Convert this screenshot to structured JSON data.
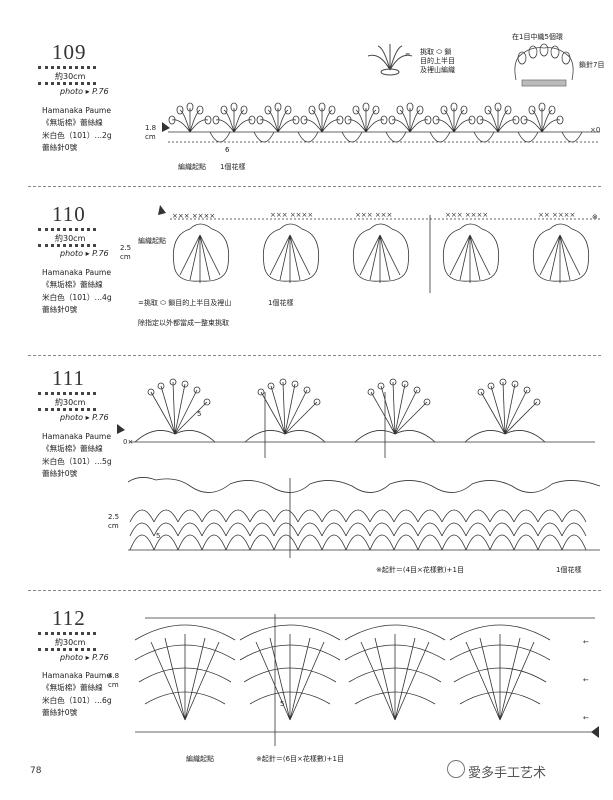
{
  "patterns": [
    {
      "num": "109",
      "length": "約30cm",
      "photo": "photo ▸ P.76",
      "brand": "Hamanaka Paume",
      "yarn": "《無垢棉》蕾絲線",
      "color": "米白色（101）…2g",
      "hook": "蕾絲針0號",
      "height": "1.8\ncm",
      "start": "編織起點",
      "repeat": "1個花樣",
      "num6": "6"
    },
    {
      "num": "110",
      "length": "約30cm",
      "photo": "photo ▸ P.76",
      "brand": "Hamanaka Paume",
      "yarn": "《無垢棉》蕾絲線",
      "color": "米白色（101）…4g",
      "hook": "蕾絲針0號",
      "height": "2.5\ncm",
      "start": "編織起點",
      "repeat": "1個花樣",
      "legend": "=挑取 ⬭ 鎖目的上半目及裡山",
      "note": "除指定以外都當成一整束挑取",
      "xrow": "×××  ××××"
    },
    {
      "num": "111",
      "length": "約30cm",
      "photo": "photo ▸ P.76",
      "brand": "Hamanaka Paume",
      "yarn": "《無垢棉》蕾絲線",
      "color": "米白色（101）…5g",
      "hook": "蕾絲針0號",
      "height": "2.5\ncm",
      "formula": "※起針＝(4目×花樣數)+1目",
      "repeat": "1個花樣",
      "num5": "5"
    },
    {
      "num": "112",
      "length": "約30cm",
      "photo": "photo ▸ P.76",
      "brand": "Hamanaka Paume",
      "yarn": "《無垢棉》蕾絲線",
      "color": "米白色（101）…6g",
      "hook": "蕾絲針0號",
      "height": "4.8\ncm",
      "start": "編織起點",
      "formula": "※起針＝(6目×花樣數)+1目",
      "num5": "5"
    }
  ],
  "legend109": {
    "pick": "挑取 ⬭ 鎖\n目的上半目\n及裡山編織",
    "top": "在1目中織5個環",
    "side": "鎖針7目"
  },
  "page_number": "78",
  "watermark": "愛多手工艺术"
}
